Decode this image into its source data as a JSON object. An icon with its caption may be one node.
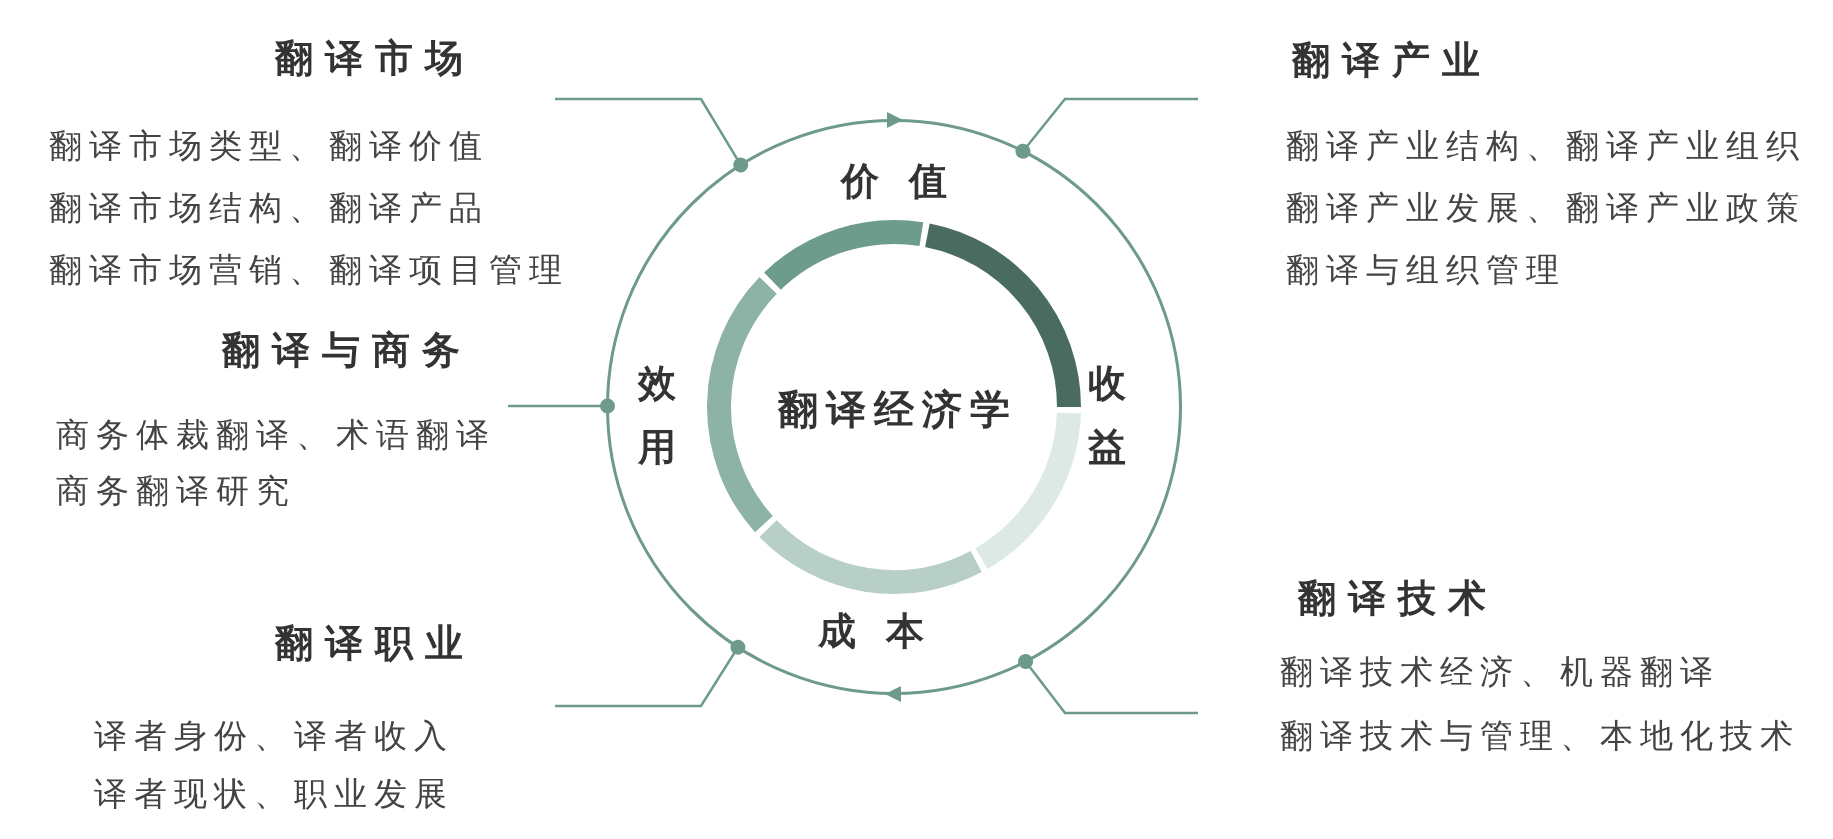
{
  "diagram": {
    "nodes": [
      {
        "text": [
          "价值",
          "收益",
          "成本",
          "效用"
        ]
      },
      {
        "text": [
          "翻译经济学"
        ],
        "in": 0
      },
      {
        "text": [
          "翻译市场",
          "翻译市场类型、翻译价值",
          "翻译市场结构、翻译产品",
          "翻译市场营销、翻译项目管理"
        ]
      },
      {
        "text": [
          "翻译产业",
          "翻译产业结构、翻译产业组织",
          "翻译产业发展、翻译产业政策",
          "翻译与组织管理"
        ]
      },
      {
        "text": [
          "翻译与商务",
          "商务体裁翻译、术语翻译",
          "商务翻译研究"
        ]
      },
      {
        "text": [
          "翻译职业",
          "译者身份、译者收入",
          "译者现状、职业发展"
        ]
      },
      {
        "text": [
          "翻译技术",
          "翻译技术经济、机器翻译",
          "翻译技术与管理、本地化技术"
        ]
      }
    ],
    "edges": [
      {
        "from": 2,
        "to": 0,
        "arrow": "other"
      },
      {
        "from": 3,
        "to": 0,
        "arrow": "other"
      },
      {
        "from": 4,
        "to": 0,
        "arrow": "other"
      },
      {
        "from": 5,
        "to": 0,
        "arrow": "other"
      },
      {
        "from": 6,
        "to": 0,
        "arrow": "other"
      }
    ]
  }
}
